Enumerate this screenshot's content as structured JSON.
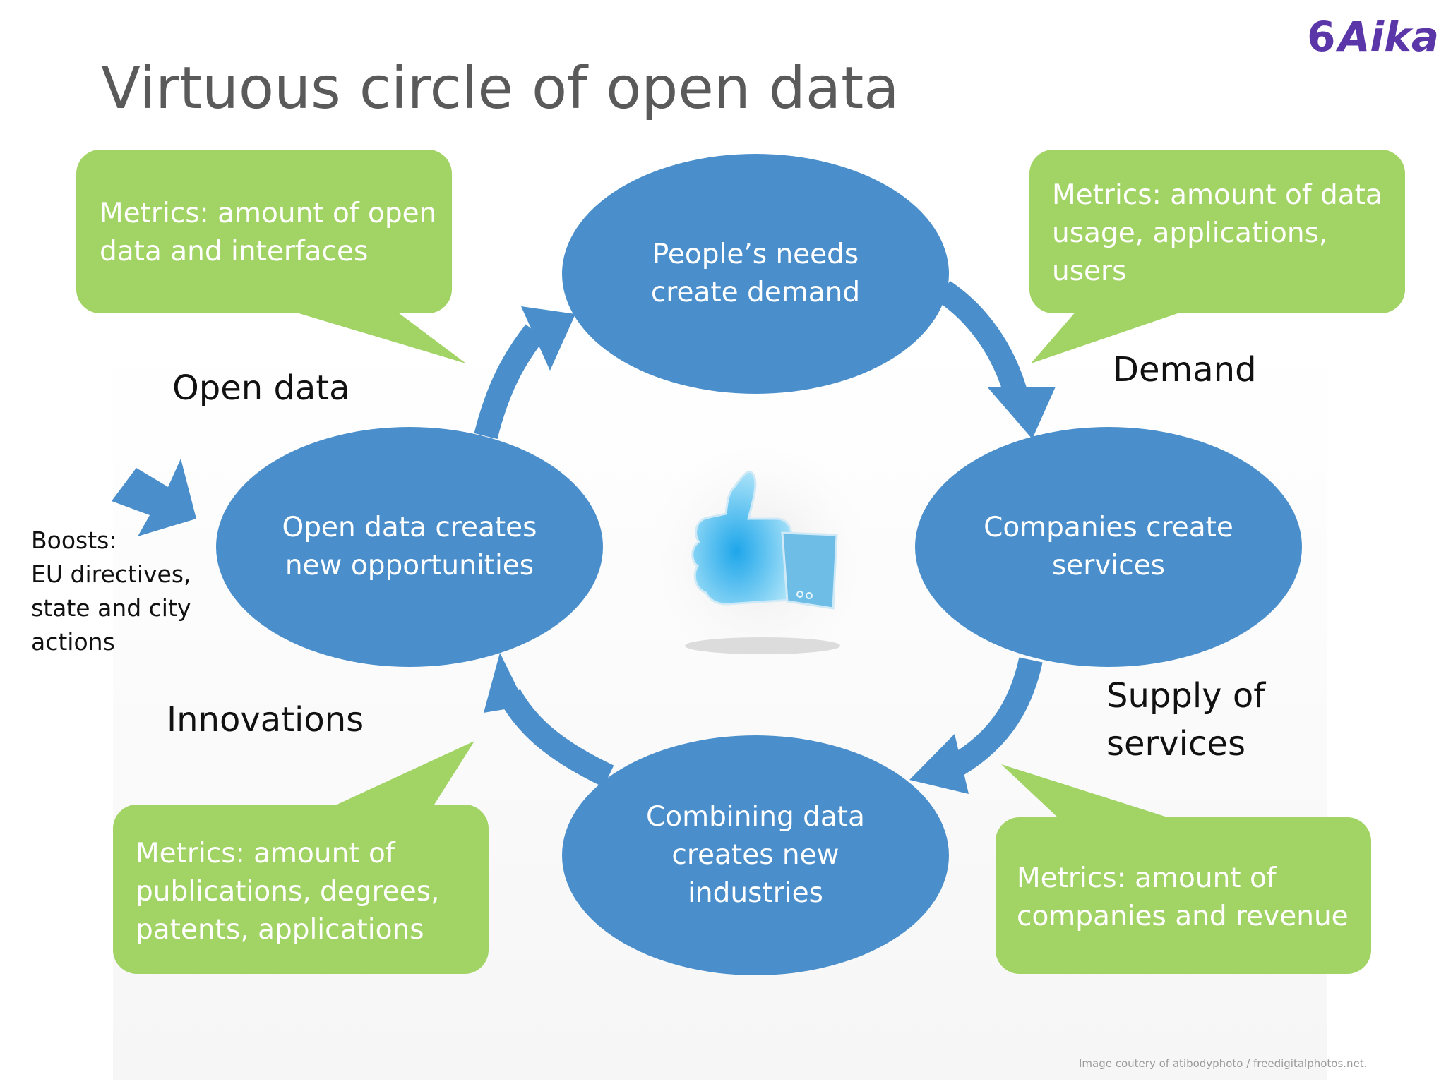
{
  "title": "Virtuous circle of open data",
  "logo": {
    "num": "6",
    "name": "Aika"
  },
  "colors": {
    "circle_blue": "#4a8fcb",
    "bubble_green": "#a2d365",
    "title_gray": "#5a5a5a",
    "logo_purple": "#5a36a8"
  },
  "cycle": {
    "top": {
      "line1": "People’s needs",
      "line2": "create demand"
    },
    "right": {
      "line1": "Companies create",
      "line2": "services"
    },
    "bottom": {
      "line1": "Combining data",
      "line2": "creates new",
      "line3": "industries"
    },
    "left": {
      "line1": "Open data creates",
      "line2": "new opportunities"
    }
  },
  "stage_labels": {
    "open_data": "Open data",
    "demand": "Demand",
    "supply_line1": "Supply of",
    "supply_line2": "services",
    "innovations": "Innovations"
  },
  "metrics": {
    "top_left": {
      "line1": "Metrics: amount of open",
      "line2": "data and interfaces"
    },
    "top_right": {
      "line1": "Metrics: amount of data",
      "line2": "usage, applications,",
      "line3": "users"
    },
    "bottom_left": {
      "line1": "Metrics: amount of",
      "line2": "publications, degrees,",
      "line3": "patents, applications"
    },
    "bottom_right": {
      "line1": "Metrics: amount of",
      "line2": "companies and revenue"
    }
  },
  "boosts": {
    "line1": "Boosts:",
    "line2": "EU directives,",
    "line3": "state and city",
    "line4": "actions"
  },
  "center_icon": "thumbs-up-icon",
  "credit": "Image coutery of atibodyphoto / freedigitalphotos.net."
}
